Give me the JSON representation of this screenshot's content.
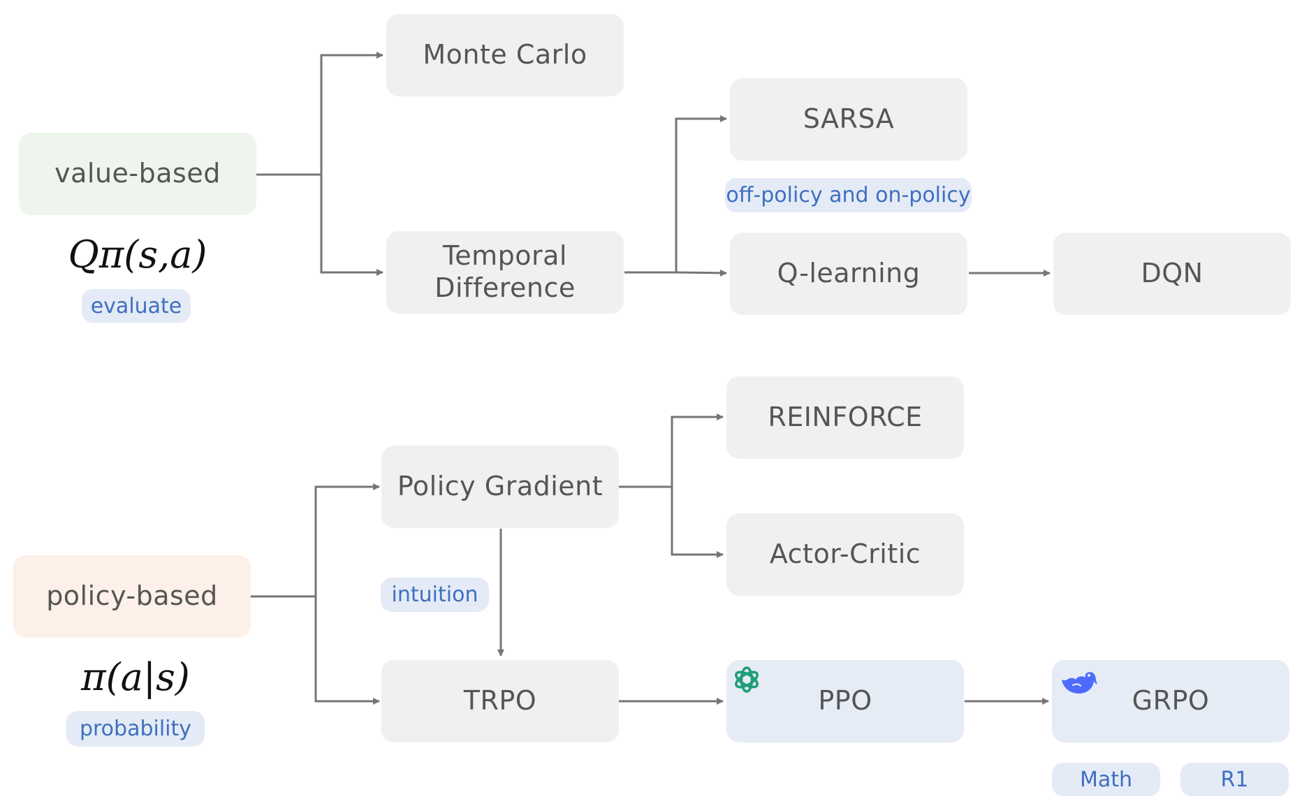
{
  "value_branch": {
    "root": "value-based",
    "formula": "Qπ(s,a)",
    "tag": "evaluate",
    "monte_carlo": "Monte Carlo",
    "temporal_difference": "Temporal\nDifference",
    "sarsa": "SARSA",
    "sarsa_tag": "off-policy and on-policy",
    "q_learning": "Q-learning",
    "dqn": "DQN"
  },
  "policy_branch": {
    "root": "policy-based",
    "formula": "π(a|s)",
    "tag": "probability",
    "policy_gradient": "Policy Gradient",
    "reinforce": "REINFORCE",
    "actor_critic": "Actor-Critic",
    "intuition_tag": "intuition",
    "trpo": "TRPO",
    "ppo": "PPO",
    "grpo": "GRPO",
    "grpo_tags": [
      "Math",
      "R1"
    ]
  },
  "icons": {
    "ppo_logo": "openai-logo-icon",
    "grpo_logo": "deepseek-whale-icon"
  },
  "colors": {
    "node_gray": "#f0f0f0",
    "value_root": "#eef5ec",
    "policy_root": "#fcf0e8",
    "highlight_node": "#e6ecf6",
    "tag_bg": "#e4ebf6",
    "tag_text": "#3f6fbf",
    "arrow": "#757575",
    "openai_green": "#1f9e78",
    "deepseek_blue": "#4d6bfe"
  }
}
